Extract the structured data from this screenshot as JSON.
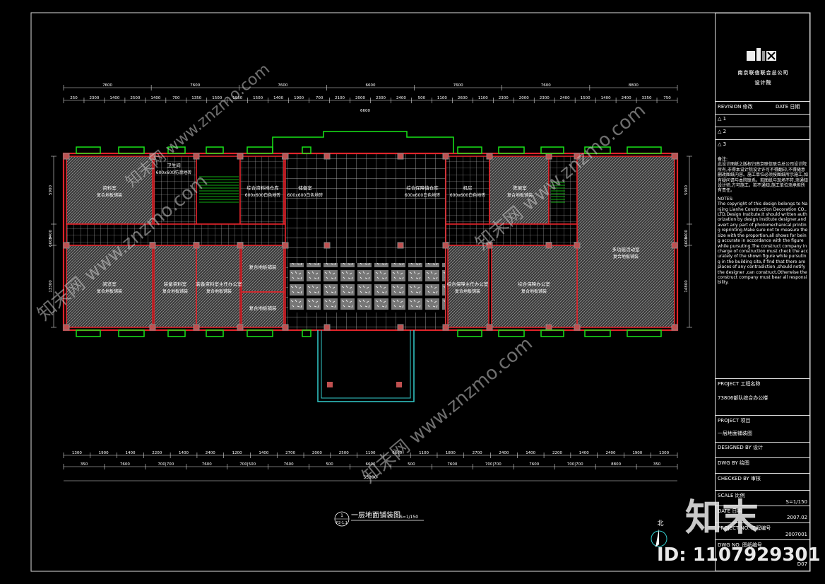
{
  "drawing": {
    "title": "一层地面铺装图",
    "scale_label": "S=1/150",
    "index_no": "1",
    "index_ref": "P2-1.1",
    "north_label": "北",
    "total_dimension": "53200",
    "top_dims_row1": [
      "7600",
      "7600",
      "7600",
      "6600",
      "7600",
      "7600",
      "8800"
    ],
    "top_dims_row2": [
      "250",
      "2300",
      "1400",
      "2500",
      "1400",
      "700",
      "1350",
      "1500",
      "1950",
      "1500",
      "1400",
      "1900",
      "700",
      "2100",
      "2000",
      "2300",
      "2400",
      "500",
      "1100",
      "2600",
      "1100",
      "2300",
      "2000",
      "2300",
      "2400",
      "1500",
      "1400",
      "2400",
      "3350",
      "750"
    ],
    "top_center_dim": "6600",
    "bottom_dims_row1": [
      "1300",
      "1900",
      "1400",
      "2200",
      "1400",
      "2400",
      "1200",
      "1400",
      "2700",
      "2000",
      "2500",
      "1100",
      "6600",
      "1100",
      "1800",
      "2700",
      "2400",
      "1400",
      "2200",
      "1400",
      "2400",
      "1900",
      "1300"
    ],
    "bottom_dims_row2": [
      "350",
      "7600",
      "700|700",
      "7600",
      "700|500",
      "7600",
      "500",
      "6600",
      "500",
      "7600",
      "700|700",
      "7600",
      "700|700",
      "8800",
      "350"
    ],
    "left_dims": [
      "5900",
      "3400",
      "13300",
      "6600"
    ],
    "right_dims": [
      "5900",
      "3400",
      "14800",
      "6600"
    ],
    "rooms": [
      {
        "name": "资料室",
        "material": "复合地板铺装"
      },
      {
        "name": "卫生间",
        "material": "600x600防滑地砖"
      },
      {
        "name": "综合资料档仓库",
        "material": "600x600白色地砖"
      },
      {
        "name": "储备室",
        "material": "600x600白色地砖"
      },
      {
        "name": "综合保障值仓库",
        "material": "600x600白色地砖"
      },
      {
        "name": "机房",
        "material": "600x600白色地砖"
      },
      {
        "name": "陈展室",
        "material": "复合地板铺装"
      },
      {
        "name": "阅览室",
        "material": "复合地板铺装"
      },
      {
        "name": "装备资料室",
        "material": "复合地板铺装"
      },
      {
        "name": "装备资料室主任办公室",
        "material": "复合地板铺装"
      },
      {
        "name": "复合地板铺装",
        "material": ""
      },
      {
        "name": "复合地板铺装",
        "material": ""
      },
      {
        "name": "综合保障主任办公室",
        "material": "复合地板铺装"
      },
      {
        "name": "综合保障办公室",
        "material": "复合地板铺装"
      },
      {
        "name": "多功能活动室",
        "material": "复合地板铺装"
      }
    ]
  },
  "title_block": {
    "company": "南京联信联合总公司",
    "company_sub": "设计院",
    "revision_header": "REVISION 修改",
    "date_header": "DATE 日期",
    "revisions": [
      "1",
      "2",
      "3"
    ],
    "notes_cn_title": "备注:",
    "notes_cn": "此设计图纸之版权归南京联信联合总公司设计院所有,非得本设计院设计许可不得翻印,不得随意删改图纸内容。施工单位必须按图纸所示施工,如有疑问请与本院联系。若图纸与现场不符,须通知设计师,方可施工。若不通知,施工单位须承担所有责任。",
    "notes_en_title": "NOTES:",
    "notes_en": "The copyright of this design belongs to Nanjing Lianhe Construction Decoration CO.,LTD.Design Institute.It should written authorization by design institute designer,and avert any part of photomechanical printing reprinting.Make sure not to measure the size with the proportion,all shows for being accurate in accordance with the figure while pursuting.The construct company in charge of construction must check the accurately of the shown figure while pursuting in the building site,if find that there are places of any contradiction ,should notify the designer ,can construct.Otherwise the construct company must bear all responsibility.",
    "project_label": "PROJECT 工程名称",
    "project_value": "73806部队综合办公楼",
    "item_label": "PROJECT 项目",
    "item_value": "一层地面铺装图",
    "designed_label": "DESIGNED BY 设计",
    "drawn_label": "DWG BY 绘图",
    "checked_label": "CHECKED BY 审核",
    "scale_label": "SCALE 比例",
    "scale_value": "S=1/150",
    "date_label": "DATE 日期",
    "date_value": "2007.02",
    "project_no_label": "PROJECT NO. 工程编号",
    "project_no_value": "2007001",
    "dwg_no_label": "DWG NO. 图纸编号",
    "dwg_no_value": "D07"
  },
  "watermarks": {
    "brand_small": "知末网 www.znzmo.com",
    "brand_big": "知末",
    "id_text": "ID: 1107929301"
  },
  "colors": {
    "wall": "#e0242a",
    "window": "#19e619",
    "dim": "#dddddd",
    "grid": "#bfbfbf",
    "ramp": "#33cccc"
  }
}
